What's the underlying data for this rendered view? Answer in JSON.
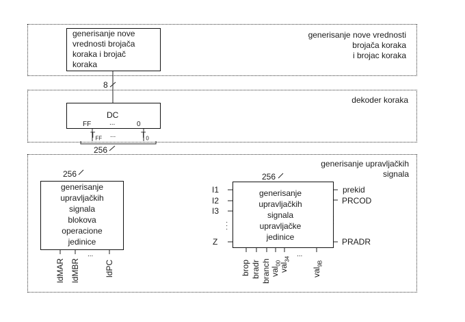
{
  "regions": {
    "counter": {
      "block_text": "generisanje nove\nvrednosti brojača\nkoraka i brojač\nkoraka",
      "label": "generisanje nove vrednosti\nbrojača koraka\ni brojac koraka"
    },
    "decoder": {
      "label": "dekoder koraka",
      "block_title": "DC",
      "in_left": "FF",
      "in_dots": "...",
      "in_right": "0",
      "out_left_main": "T",
      "out_left_sub": "FF",
      "out_dots": "...",
      "out_right_main": "T",
      "out_right_sub": "0"
    },
    "control": {
      "label": "generisanje upravljačkih\nsignala",
      "left_block": {
        "text": "generisanje\nupravljačkih\nsignala\nblokova\noperacione\njedinice",
        "outputs": [
          "ldMAR",
          "ldMBR",
          "ldPC"
        ],
        "dots": "..."
      },
      "right_block": {
        "text": "generisanje\nupravljačkih\nsignala\nupravljačke\njedinice",
        "inputs_left": [
          "I1",
          "I2",
          "I3",
          "Z"
        ],
        "inputs_right": [
          "prekid",
          "PRCOD",
          "PRADR"
        ],
        "dots": "...",
        "outputs": [
          {
            "main": "brop",
            "sub": ""
          },
          {
            "main": "bradr",
            "sub": ""
          },
          {
            "main": "branch",
            "sub": ""
          },
          {
            "main": "val",
            "sub": "00"
          },
          {
            "main": "val",
            "sub": "34"
          },
          {
            "main": "val",
            "sub": "9B"
          }
        ]
      }
    }
  },
  "bus_widths": {
    "counter_to_decoder": "8",
    "decoder_bus": "256",
    "left_bus": "256",
    "right_bus": "256"
  }
}
